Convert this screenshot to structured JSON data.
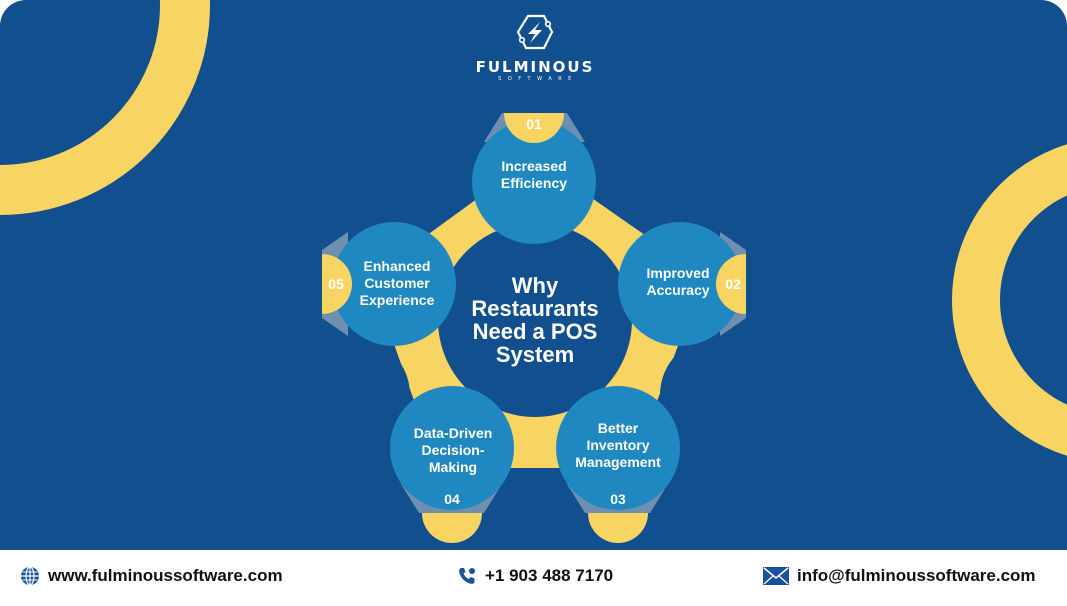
{
  "brand": {
    "name": "FULMINOUS",
    "tagline": "SOFTWARE",
    "icon": "hexagon-lightning-logo-icon"
  },
  "diagram": {
    "title": "Why Restaurants Need a POS System",
    "title_lines": [
      "Why",
      "Restaurants",
      "Need a POS",
      "System"
    ],
    "items": [
      {
        "number": "01",
        "lines": [
          "Increased",
          "Efficiency"
        ]
      },
      {
        "number": "02",
        "lines": [
          "Improved",
          "Accuracy"
        ]
      },
      {
        "number": "03",
        "lines": [
          "Better",
          "Inventory",
          "Management"
        ]
      },
      {
        "number": "04",
        "lines": [
          "Data-Driven",
          "Decision-",
          "Making"
        ]
      },
      {
        "number": "05",
        "lines": [
          "Enhanced",
          "Customer",
          "Experience"
        ]
      }
    ]
  },
  "footer": {
    "website": {
      "icon": "globe-icon",
      "text": "www.fulminoussoftware.com"
    },
    "phone": {
      "icon": "phone-icon",
      "text": "+1 903 488 7170"
    },
    "email": {
      "icon": "envelope-icon",
      "text": "info@fulminoussoftware.com"
    }
  },
  "colors": {
    "background": "#114f8f",
    "center_circle": "#114f8f",
    "item_circle": "#1f88c0",
    "accent_yellow": "#f8d563",
    "footer_bg": "#ffffff",
    "icon_blue": "#1b4fa0"
  }
}
